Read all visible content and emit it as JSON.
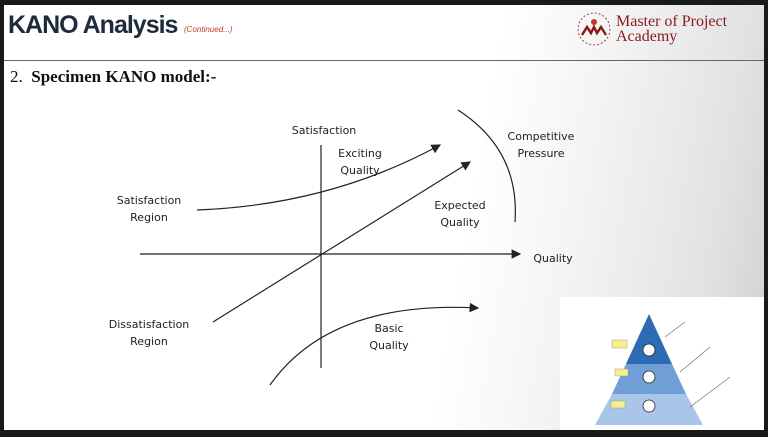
{
  "header": {
    "title": "KANO Analysis",
    "title_note": "(Continued...)",
    "logo_text": [
      "Master of Project",
      "Academy"
    ]
  },
  "section": {
    "number": "2.",
    "heading": "Specimen KANO model:-"
  },
  "diagram": {
    "y_axis_label": "Satisfaction",
    "x_axis_label": "Quality",
    "exciting": [
      "Exciting",
      "Quality"
    ],
    "competitive": [
      "Competitive",
      "Pressure"
    ],
    "satisfaction_region": [
      "Satisfaction",
      "Region"
    ],
    "expected": [
      "Expected",
      "Quality"
    ],
    "dissatisfaction_region": [
      "Dissatisfaction",
      "Region"
    ],
    "basic": [
      "Basic",
      "Quality"
    ]
  },
  "colors": {
    "title": "#1d2b3a",
    "note": "#c0392b",
    "logo": "#8b1a1a",
    "pyramid_top": "#2e6bb5",
    "pyramid_mid": "#6f9fd6",
    "pyramid_base": "#a9c6ea"
  }
}
